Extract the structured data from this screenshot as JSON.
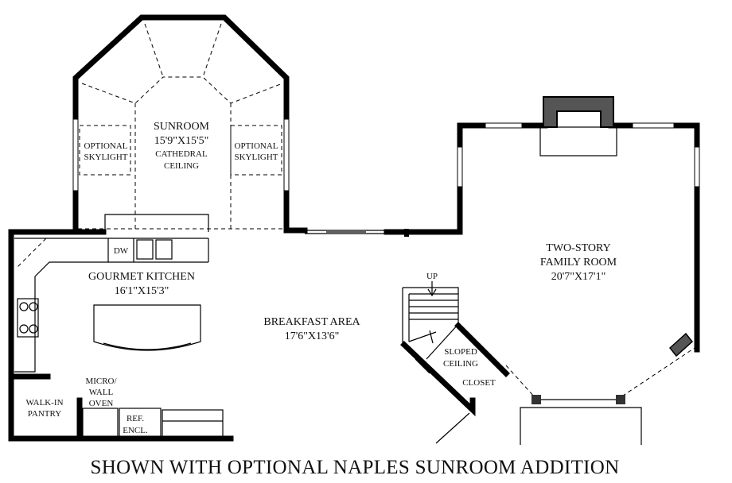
{
  "rooms": {
    "sunroom": {
      "name": "SUNROOM",
      "dims": "15'9\"X15'5\"",
      "note1": "CATHEDRAL",
      "note2": "CEILING"
    },
    "skylight_left": {
      "line1": "OPTIONAL",
      "line2": "SKYLIGHT"
    },
    "skylight_right": {
      "line1": "OPTIONAL",
      "line2": "SKYLIGHT"
    },
    "family": {
      "line1": "TWO-STORY",
      "line2": "FAMILY ROOM",
      "dims": "20'7\"X17'1\""
    },
    "kitchen": {
      "name": "GOURMET KITCHEN",
      "dims": "16'1\"X15'3\""
    },
    "breakfast": {
      "name": "BREAKFAST AREA",
      "dims": "17'6\"X13'6\""
    },
    "dishwasher": "DW",
    "stairs_up": "UP",
    "sloped": {
      "line1": "SLOPED",
      "line2": "CEILING"
    },
    "closet": "CLOSET",
    "pantry": {
      "line1": "WALK-IN",
      "line2": "PANTRY"
    },
    "micro": {
      "line1": "MICRO/",
      "line2": "WALL",
      "line3": "OVEN"
    },
    "ref": {
      "line1": "REF.",
      "line2": "ENCL."
    }
  },
  "caption": "SHOWN WITH OPTIONAL NAPLES SUNROOM ADDITION"
}
